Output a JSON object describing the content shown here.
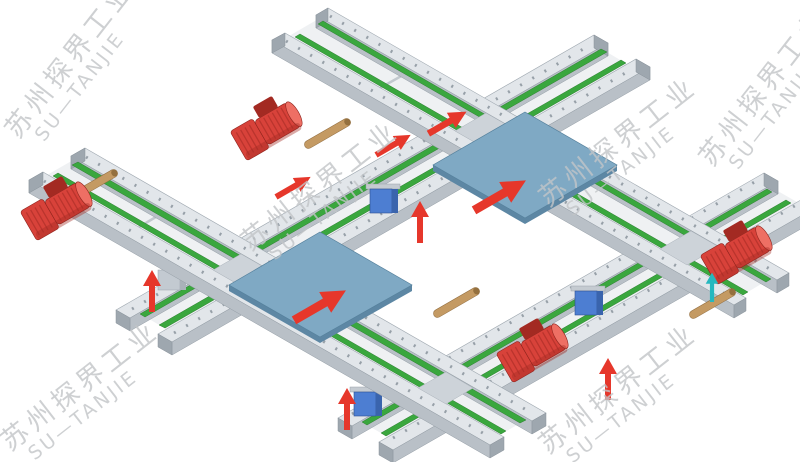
{
  "watermark": {
    "line1": "苏州探界工业",
    "line2": "SU—TANJIE"
  },
  "colors": {
    "background": "#ffffff",
    "frame_top": "#e2e6ea",
    "frame_side": "#b9c0c7",
    "frame_cap": "#9ea7af",
    "deck": "#eff1f3",
    "junction": "#cdd3d9",
    "belt": "#3aa73e",
    "pallet": "#7fa9c4",
    "pallet_side": "#5d87a4",
    "motor": "#d8423a",
    "motor_dark": "#a32a22",
    "motor_light": "#ee6f64",
    "lifter": "#4d7ed2",
    "lifter_side": "#3a64ad",
    "rod": "#c49a63",
    "rod_dark": "#94703f",
    "arrow": "#e6372b",
    "teal": "#25b8bf",
    "holes": "#97a0a8",
    "watermark": "#c2c5c8"
  },
  "components": [
    "main-conveyor-a",
    "main-conveyor-b",
    "cross-conveyor-1",
    "cross-conveyor-2",
    "pallet-1",
    "pallet-2",
    "gearmotor-left",
    "gearmotor-top",
    "gearmotor-right",
    "gearmotor-bottom",
    "lift-unit-1",
    "lift-unit-2",
    "lift-unit-3",
    "direction-arrows",
    "watermark"
  ]
}
